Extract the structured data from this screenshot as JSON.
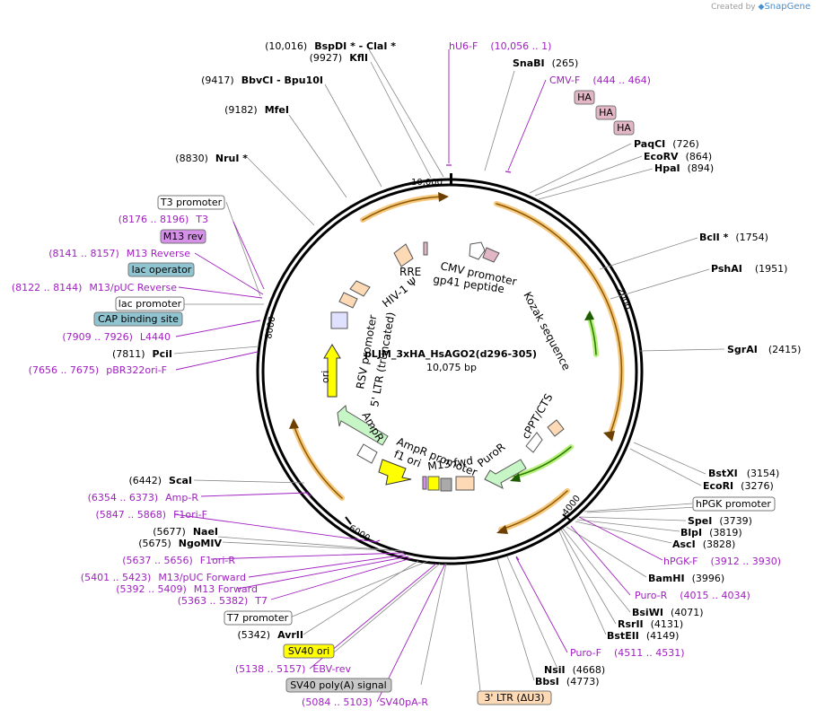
{
  "credit": {
    "prefix": "Created by",
    "brand": "SnapGene"
  },
  "plasmid": {
    "name": "pLJM_3xHA_HsAGO2(d296-305)",
    "size": "10,075 bp"
  },
  "ticks": [
    "10,000",
    "2000",
    "4000",
    "6000",
    "8000"
  ],
  "enzymes_right": [
    {
      "name": "SnaBI",
      "pos": "(265)"
    },
    {
      "name": "PaqCI",
      "pos": "(726)"
    },
    {
      "name": "EcoRV",
      "pos": "(864)"
    },
    {
      "name": "HpaI",
      "pos": "(894)"
    },
    {
      "name": "BclI *",
      "pos": "(1754)"
    },
    {
      "name": "PshAI",
      "pos": "(1951)"
    },
    {
      "name": "SgrAI",
      "pos": "(2415)"
    },
    {
      "name": "BstXI",
      "pos": "(3154)"
    },
    {
      "name": "EcoRI",
      "pos": "(3276)"
    },
    {
      "name": "SpeI",
      "pos": "(3739)"
    },
    {
      "name": "BlpI",
      "pos": "(3819)"
    },
    {
      "name": "AscI",
      "pos": "(3828)"
    },
    {
      "name": "BamHI",
      "pos": "(3996)"
    },
    {
      "name": "BsiWI",
      "pos": "(4071)"
    },
    {
      "name": "RsrII",
      "pos": "(4131)"
    },
    {
      "name": "BstEII",
      "pos": "(4149)"
    },
    {
      "name": "NsiI",
      "pos": "(4668)"
    },
    {
      "name": "BbsI",
      "pos": "(4773)"
    }
  ],
  "enzymes_left": [
    {
      "pos": "(10,016)",
      "name": "BspDI *  -  ClaI *"
    },
    {
      "pos": "(9927)",
      "name": "KflI"
    },
    {
      "pos": "(9417)",
      "name": "BbvCI  -  Bpu10I"
    },
    {
      "pos": "(9182)",
      "name": "MfeI"
    },
    {
      "pos": "(8830)",
      "name": "NruI *"
    },
    {
      "pos": "(7811)",
      "name": "PciI"
    },
    {
      "pos": "(6442)",
      "name": "ScaI"
    },
    {
      "pos": "(5677)",
      "name": "NaeI"
    },
    {
      "pos": "(5675)",
      "name": "NgoMIV"
    },
    {
      "pos": "(5342)",
      "name": "AvrII"
    }
  ],
  "primers": [
    {
      "name": "hU6-F",
      "pos": "(10,056 .. 1)"
    },
    {
      "name": "CMV-F",
      "pos": "(444 .. 464)"
    },
    {
      "name": "hPGK-F",
      "pos": "(3912 .. 3930)"
    },
    {
      "name": "Puro-R",
      "pos": "(4015 .. 4034)"
    },
    {
      "name": "Puro-F",
      "pos": "(4511 .. 4531)"
    },
    {
      "name": "T3",
      "pos": "(8176 .. 8196)"
    },
    {
      "name": "M13 Reverse",
      "pos": "(8141 .. 8157)"
    },
    {
      "name": "M13/pUC Reverse",
      "pos": "(8122 .. 8144)"
    },
    {
      "name": "L4440",
      "pos": "(7909 .. 7926)"
    },
    {
      "name": "pBR322ori-F",
      "pos": "(7656 .. 7675)"
    },
    {
      "name": "Amp-R",
      "pos": "(6354 .. 6373)"
    },
    {
      "name": "F1ori-F",
      "pos": "(5847 .. 5868)"
    },
    {
      "name": "F1ori-R",
      "pos": "(5637 .. 5656)"
    },
    {
      "name": "M13/pUC Forward",
      "pos": "(5401 .. 5423)"
    },
    {
      "name": "M13 Forward",
      "pos": "(5392 .. 5409)"
    },
    {
      "name": "T7",
      "pos": "(5363 .. 5382)"
    },
    {
      "name": "EBV-rev",
      "pos": "(5138 .. 5157)"
    },
    {
      "name": "SV40pA-R",
      "pos": "(5084 .. 5103)"
    }
  ],
  "boxed_features": [
    {
      "label": "HA",
      "color": "#e3b6c6"
    },
    {
      "label": "HA",
      "color": "#e3b6c6"
    },
    {
      "label": "HA",
      "color": "#e3b6c6"
    },
    {
      "label": "T3 promoter",
      "color": "#ffffff"
    },
    {
      "label": "M13 rev",
      "color": "#d591e8"
    },
    {
      "label": "lac operator",
      "color": "#8fc4d0"
    },
    {
      "label": "lac promoter",
      "color": "#ffffff"
    },
    {
      "label": "CAP binding site",
      "color": "#8fc4d0"
    },
    {
      "label": "hPGK promoter",
      "color": "#ffffff"
    },
    {
      "label": "T7 promoter",
      "color": "#ffffff"
    },
    {
      "label": "SV40 ori",
      "color": "#ffff00"
    },
    {
      "label": "SV40 poly(A) signal",
      "color": "#c8c8c8"
    },
    {
      "label": "3' LTR (ΔU3)",
      "color": "#fdd9b5"
    }
  ],
  "inner_features": [
    "RRE",
    "HIV-1 Ψ",
    "CMV promoter",
    "gp41 peptide",
    "Kozak sequence",
    "RSV promoter",
    "5' LTR (truncated)",
    "ori",
    "AmpR",
    "AmpR promoter",
    "f1 ori",
    "M13 fwd",
    "PuroR",
    "cPPT/CTS"
  ]
}
